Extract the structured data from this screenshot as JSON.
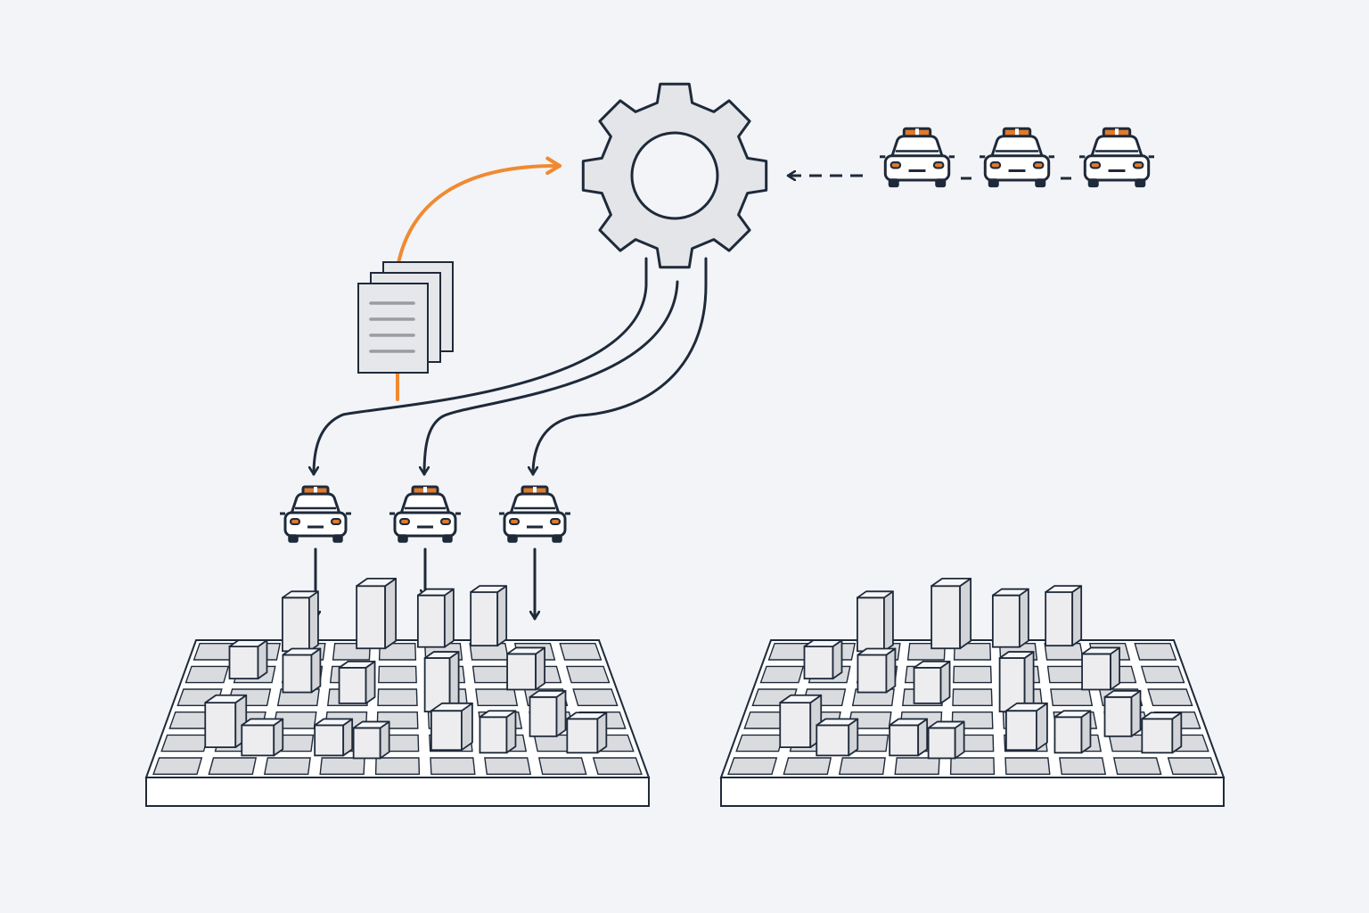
{
  "colors": {
    "background": "#f3f4f7",
    "stroke": "#1e2a3a",
    "gear_fill": "#e4e5e9",
    "document_fill": "#e6e7ea",
    "document_line": "#9a9ca2",
    "accent_orange": "#f08a30",
    "car_body": "#ffffff",
    "car_light": "#e07a2c",
    "grid_fill": "#ffffff",
    "cell_fill": "#dadbdf",
    "building_front": "#ededf0",
    "building_side": "#d3d4d8",
    "building_top": "#f7f7f9"
  },
  "icons": {
    "processor": "gear-icon",
    "input": "document-stack-icon",
    "vehicle": "police-car-icon",
    "city": "city-grid-icon"
  },
  "diagram": {
    "incoming_vehicles": 3,
    "dispatched_vehicles": 3,
    "city_blocks": 2,
    "connections": [
      {
        "from": "document-stack-icon",
        "to": "gear-icon",
        "style": "solid",
        "color": "accent_orange"
      },
      {
        "from": "incoming-vehicle-queue",
        "to": "gear-icon",
        "style": "dashed",
        "color": "stroke"
      },
      {
        "from": "gear-icon",
        "to": "dispatched-vehicle-1",
        "style": "solid",
        "color": "stroke"
      },
      {
        "from": "gear-icon",
        "to": "dispatched-vehicle-2",
        "style": "solid",
        "color": "stroke"
      },
      {
        "from": "gear-icon",
        "to": "dispatched-vehicle-3",
        "style": "solid",
        "color": "stroke"
      },
      {
        "from": "dispatched-vehicle-1",
        "to": "city-grid-left",
        "style": "solid",
        "color": "stroke"
      },
      {
        "from": "dispatched-vehicle-2",
        "to": "city-grid-left",
        "style": "solid",
        "color": "stroke"
      },
      {
        "from": "dispatched-vehicle-3",
        "to": "city-grid-left",
        "style": "solid",
        "color": "stroke"
      }
    ]
  }
}
